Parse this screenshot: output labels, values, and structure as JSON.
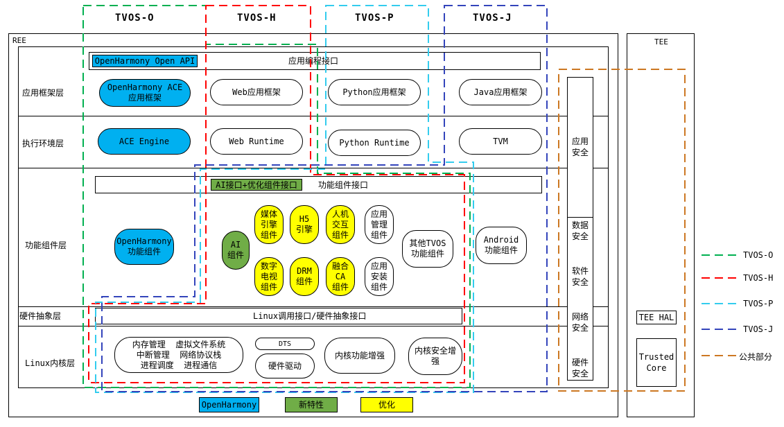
{
  "columns": {
    "tvos_o": "TVOS-O",
    "tvos_h": "TVOS-H",
    "tvos_p": "TVOS-P",
    "tvos_j": "TVOS-J"
  },
  "ree": {
    "label": "REE"
  },
  "tee": {
    "label": "TEE",
    "hal": "TEE HAL",
    "trusted_core": "Trusted\nCore"
  },
  "layers": {
    "app_framework": "应用框架层",
    "exec_env": "执行环境层",
    "func_component": "功能组件层",
    "hw_abstraction": "硬件抽象层",
    "linux_kernel": "Linux内核层"
  },
  "app_layer": {
    "oh_open_api": "OpenHarmony Open API",
    "app_api": "应用编程接口",
    "oh_ace": "OpenHarmony ACE\n应用框架",
    "web_framework": "Web应用框架",
    "python_framework": "Python应用框架",
    "java_framework": "Java应用框架"
  },
  "exec_layer": {
    "ace_engine": "ACE Engine",
    "web_runtime": "Web Runtime",
    "python_runtime": "Python Runtime",
    "tvm": "TVM"
  },
  "func_layer": {
    "ai_opt_api": "AI接口+优化组件接口",
    "func_api": "功能组件接口",
    "oh_func": "OpenHarmony\n功能组件",
    "ai": "AI\n组件",
    "media_engine": "媒体\n引擎\n组件",
    "h5_engine": "H5\n引擎",
    "hci": "人机\n交互\n组件",
    "app_mgmt": "应用\n管理\n组件",
    "digital_tv": "数字\n电视\n组件",
    "drm": "DRM\n组件",
    "fused_ca": "融合\nCA\n组件",
    "app_install": "应用\n安装\n组件",
    "other_tvos": "其他TVOS\n功能组件",
    "android": "Android\n功能组件"
  },
  "hw_layer": {
    "linux_api": "Linux调用接口/硬件抽象接口"
  },
  "kernel_layer": {
    "kernel_services": "内存管理  虚拟文件系统\n中断管理  网络协议栈\n进程调度  进程通信",
    "dts": "DTS",
    "hw_driver": "硬件驱动",
    "kernel_enhance": "内核功能增强",
    "kernel_security": "内核安全增\n强"
  },
  "security": {
    "app_security": "应用\n安全",
    "data_security": "数据\n安全",
    "software_security": "软件\n安全",
    "network_security": "网络\n安全",
    "hardware_security": "硬件\n安全"
  },
  "bottom_legend": {
    "openharmony": "OpenHarmony",
    "new_feature": "新特性",
    "optimization": "优化"
  },
  "right_legend": [
    {
      "label": "TVOS-O",
      "color": "#00b050"
    },
    {
      "label": "TVOS-H",
      "color": "#ff0000"
    },
    {
      "label": "TVOS-P",
      "color": "#33ccee"
    },
    {
      "label": "TVOS-J",
      "color": "#3344bb"
    },
    {
      "label": "公共部分",
      "color": "#cc7722"
    }
  ],
  "colors": {
    "openharmony_blue": "#00b0f0",
    "new_feature_green": "#70ad47",
    "optimization_yellow": "#ffff00"
  }
}
